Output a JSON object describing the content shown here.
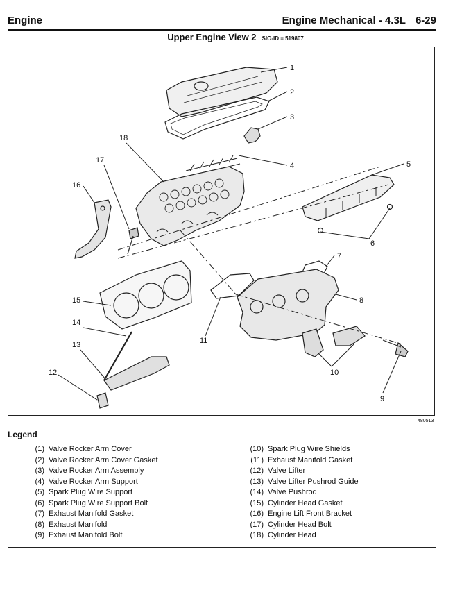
{
  "header": {
    "section": "Engine",
    "chapter": "Engine Mechanical - 4.3L",
    "page": "6-29"
  },
  "figure": {
    "title": "Upper Engine View 2",
    "sio": "SIO-ID = 519807",
    "id": "480513",
    "callouts": [
      "1",
      "2",
      "3",
      "4",
      "5",
      "6",
      "7",
      "8",
      "9",
      "10",
      "11",
      "12",
      "13",
      "14",
      "15",
      "16",
      "17",
      "18"
    ]
  },
  "legend": {
    "title": "Legend",
    "items": [
      {
        "num": "(1)",
        "label": "Valve Rocker Arm Cover"
      },
      {
        "num": "(2)",
        "label": "Valve Rocker Arm Cover Gasket"
      },
      {
        "num": "(3)",
        "label": "Valve Rocker Arm Assembly"
      },
      {
        "num": "(4)",
        "label": "Valve Rocker Arm Support"
      },
      {
        "num": "(5)",
        "label": "Spark Plug Wire Support"
      },
      {
        "num": "(6)",
        "label": "Spark Plug Wire Support Bolt"
      },
      {
        "num": "(7)",
        "label": "Exhaust Manifold Gasket"
      },
      {
        "num": "(8)",
        "label": "Exhaust Manifold"
      },
      {
        "num": "(9)",
        "label": "Exhaust Manifold Bolt"
      },
      {
        "num": "(10)",
        "label": "Spark Plug Wire Shields"
      },
      {
        "num": "(11)",
        "label": "Exhaust Manifold Gasket"
      },
      {
        "num": "(12)",
        "label": "Valve Lifter"
      },
      {
        "num": "(13)",
        "label": "Valve Lifter Pushrod Guide"
      },
      {
        "num": "(14)",
        "label": "Valve Pushrod"
      },
      {
        "num": "(15)",
        "label": "Cylinder Head Gasket"
      },
      {
        "num": "(16)",
        "label": "Engine Lift Front Bracket"
      },
      {
        "num": "(17)",
        "label": "Cylinder Head Bolt"
      },
      {
        "num": "(18)",
        "label": "Cylinder Head"
      }
    ]
  }
}
